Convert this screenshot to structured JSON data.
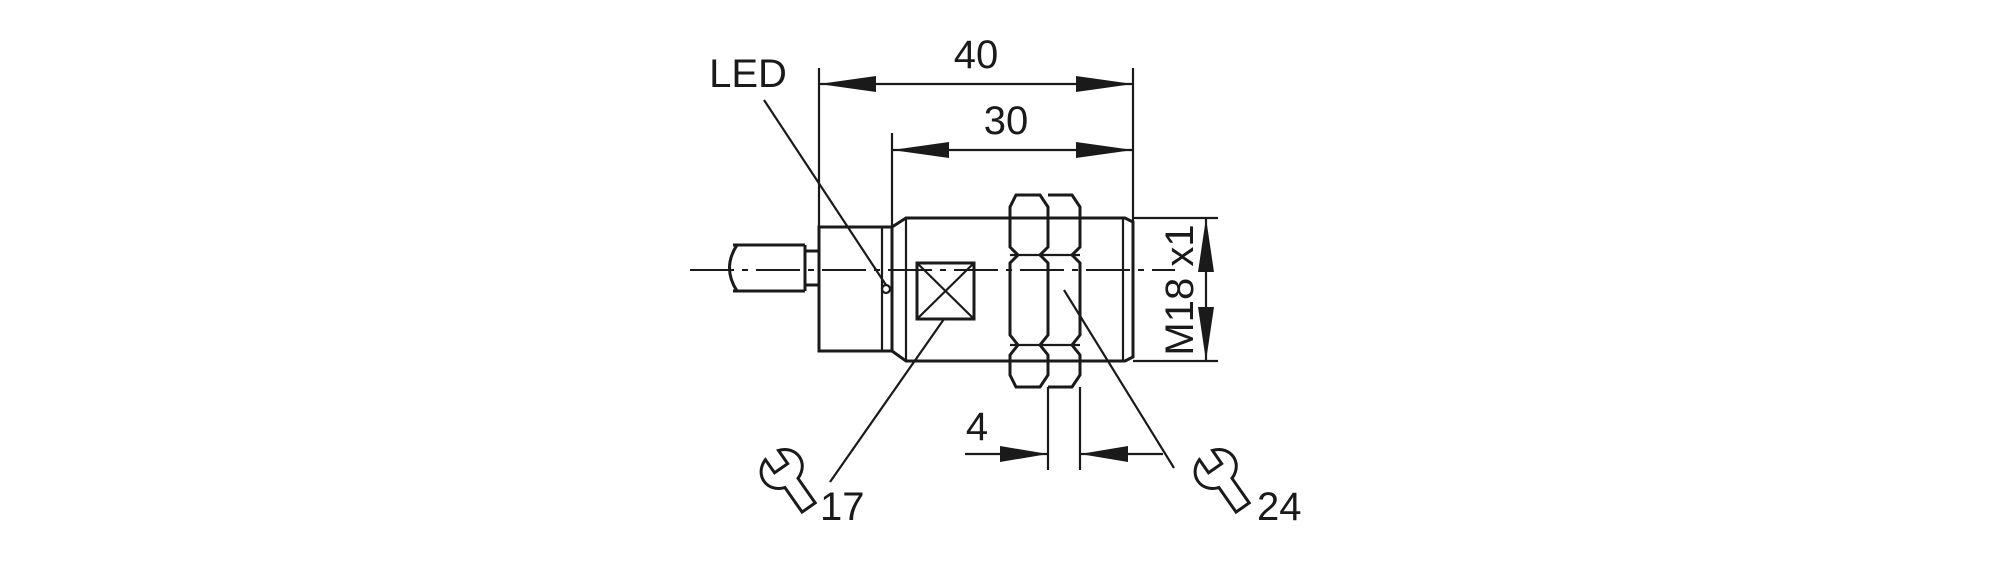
{
  "labels": {
    "led": "LED",
    "dim_total": "40",
    "dim_thread": "30",
    "thread_spec": "M18 x1",
    "nut_thickness": "4",
    "wrench_left": "17",
    "wrench_right": "24"
  },
  "icons": {
    "wrench_left": "wrench-icon",
    "wrench_right": "wrench-icon"
  },
  "colors": {
    "line": "#1a1a1a",
    "background": "#ffffff"
  }
}
